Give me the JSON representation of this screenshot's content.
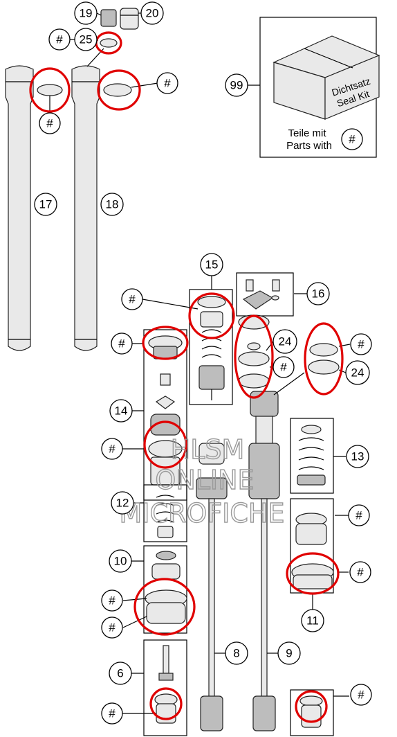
{
  "callouts": {
    "p19": "19",
    "p20": "20",
    "p25": "25",
    "p17": "17",
    "p18": "18",
    "p99": "99",
    "p15": "15",
    "p16": "16",
    "p14": "14",
    "p24a": "24",
    "p24b": "24",
    "p13": "13",
    "p12": "12",
    "p10": "10",
    "p11": "11",
    "p8": "8",
    "p9": "9",
    "p6": "6",
    "hash": "#"
  },
  "seal_kit": {
    "box_line1": "Dichtsatz",
    "box_line2": "Seal Kit",
    "caption_de": "Teile mit",
    "caption_en": "Parts with"
  },
  "watermark": {
    "line1": "HLSM",
    "line2": "ONLINE",
    "line3": "MICROFICHE"
  },
  "colors": {
    "highlight": "#e00000",
    "line": "#000000",
    "watermark": "#9a9a9a"
  }
}
